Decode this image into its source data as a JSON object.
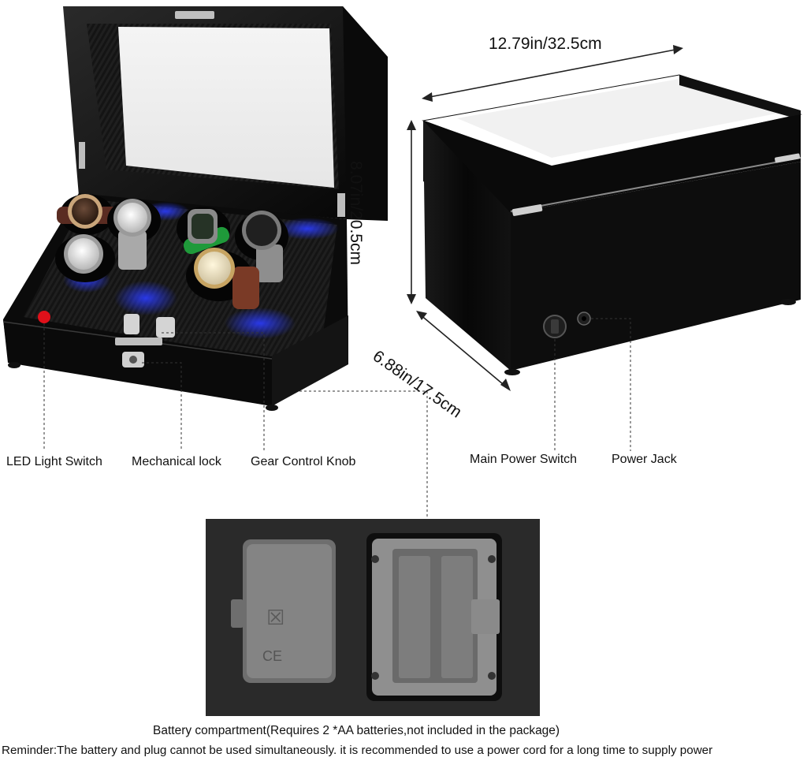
{
  "dimensions": {
    "width": "12.79in/32.5cm",
    "height": "8.07in/20.5cm",
    "depth": "6.88in/17.5cm"
  },
  "labels": {
    "led_switch": "LED Light Switch",
    "mechanical_lock": "Mechanical lock",
    "gear_knob": "Gear Control Knob",
    "main_power": "Main Power Switch",
    "power_jack": "Power Jack"
  },
  "caption": {
    "battery": "Battery compartment(Requires 2 *AA batteries,not included in the package)",
    "reminder": "Reminder:The battery and plug cannot be used simultaneously. it is recommended to use a power cord for a long time to supply power"
  },
  "colors": {
    "body": "#0d0d0d",
    "accent_led": "#2b3cff",
    "switch_red": "#e0101a"
  }
}
